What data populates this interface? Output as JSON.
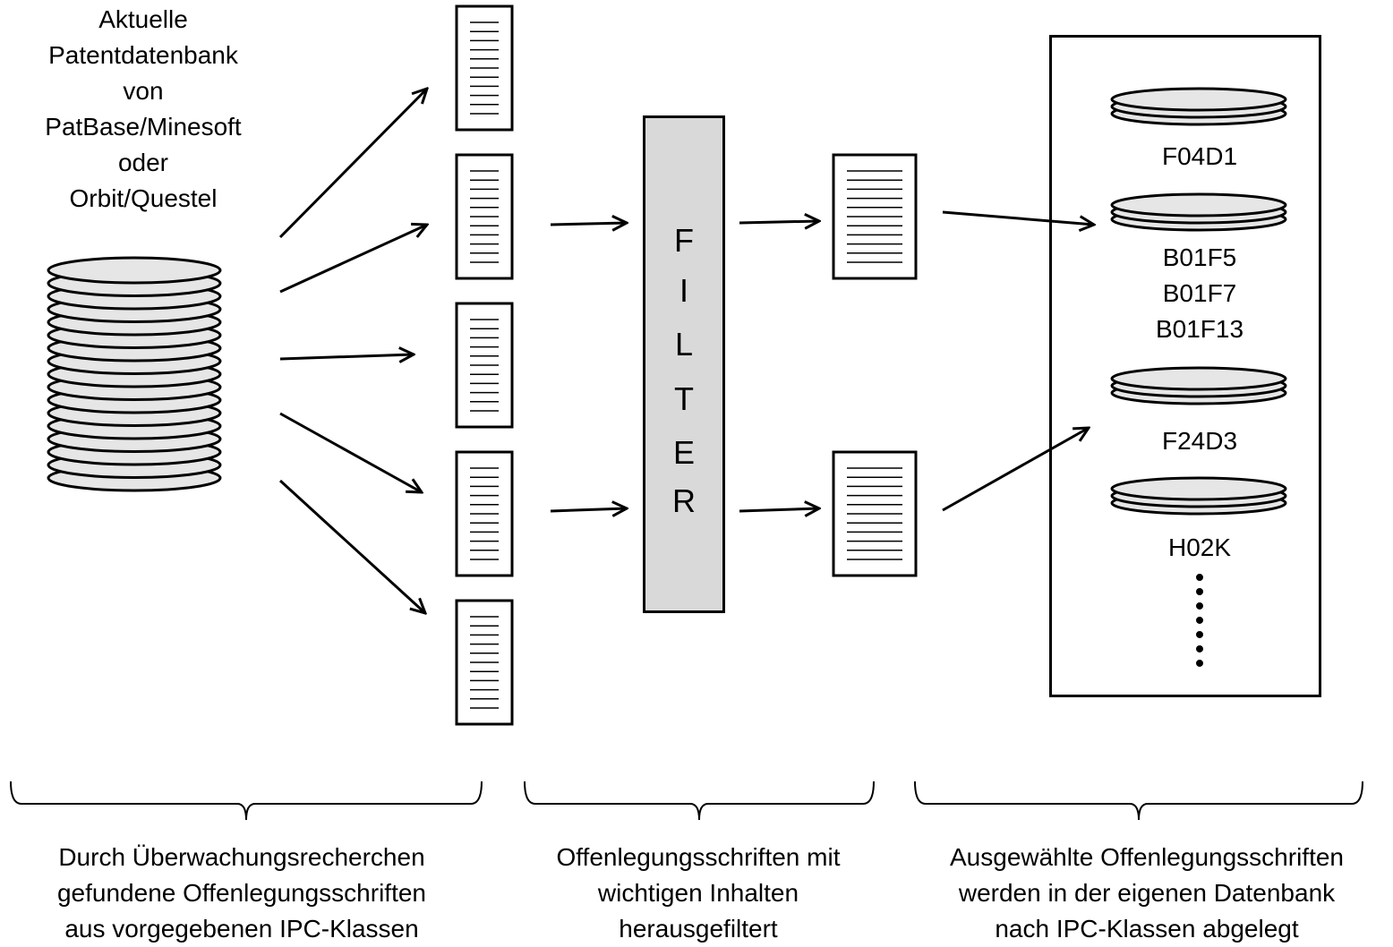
{
  "source_label": [
    "Aktuelle",
    "Patentdatenbank",
    "von",
    "PatBase/Minesoft",
    "oder",
    "Orbit/Questel"
  ],
  "filter_letters": [
    "F",
    "I",
    "L",
    "T",
    "E",
    "R"
  ],
  "ipc_classes": {
    "c1": "F04D1",
    "c2": [
      "B01F5",
      "B01F7",
      "B01F13"
    ],
    "c3": "F24D3",
    "c4": "H02K"
  },
  "captions": {
    "left": [
      "Durch Überwachungsrecherchen",
      "gefundene Offenlegungsschriften",
      "aus vorgegebenen IPC-Klassen"
    ],
    "middle": [
      "Offenlegungsschriften mit",
      "wichtigen Inhalten",
      "herausgefiltert"
    ],
    "right": [
      "Ausgewählte Offenlegungsschriften",
      "werden in der eigenen Datenbank",
      "nach IPC-Klassen abgelegt"
    ]
  },
  "colors": {
    "filter_fill": "#d9d9d9",
    "disk_fill": "#e6e6e6",
    "line": "#000000"
  }
}
